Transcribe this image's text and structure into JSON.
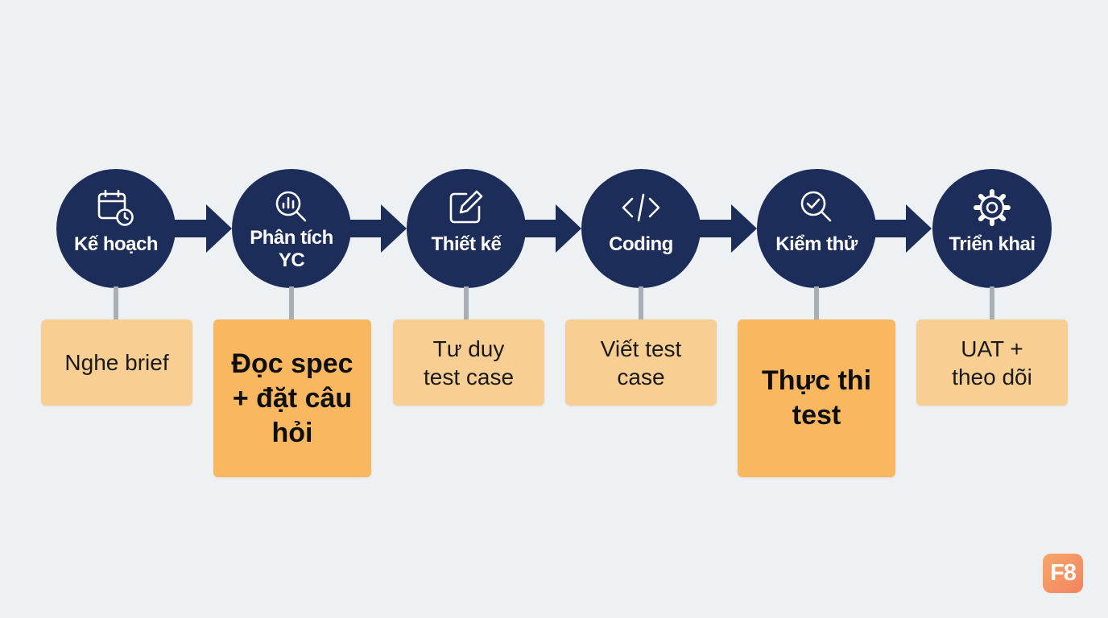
{
  "colors": {
    "background": "#eef1f3",
    "circle": "#1c2d5a",
    "arrow": "#1c2d5a",
    "card": "#f8ce93",
    "card_highlight": "#f9b85f",
    "connector": "#a9aeb4",
    "logo": "#f4845f"
  },
  "steps": [
    {
      "title": "Kế hoạch",
      "icon": "calendar-clock-icon",
      "description": "Nghe brief",
      "highlight": false
    },
    {
      "title": "Phân tích\nYC",
      "icon": "magnifier-chart-icon",
      "description": "Đọc spec\n+ đặt câu\nhỏi",
      "highlight": true
    },
    {
      "title": "Thiết kế",
      "icon": "edit-square-icon",
      "description": "Tư duy\ntest case",
      "highlight": false
    },
    {
      "title": "Coding",
      "icon": "code-brackets-icon",
      "description": "Viết test\ncase",
      "highlight": false
    },
    {
      "title": "Kiểm thử",
      "icon": "magnifier-check-icon",
      "description": "Thực thi\ntest",
      "highlight": true
    },
    {
      "title": "Triển khai",
      "icon": "gear-icon",
      "description": "UAT +\ntheo dõi",
      "highlight": false
    }
  ],
  "logo": {
    "text": "F8"
  }
}
